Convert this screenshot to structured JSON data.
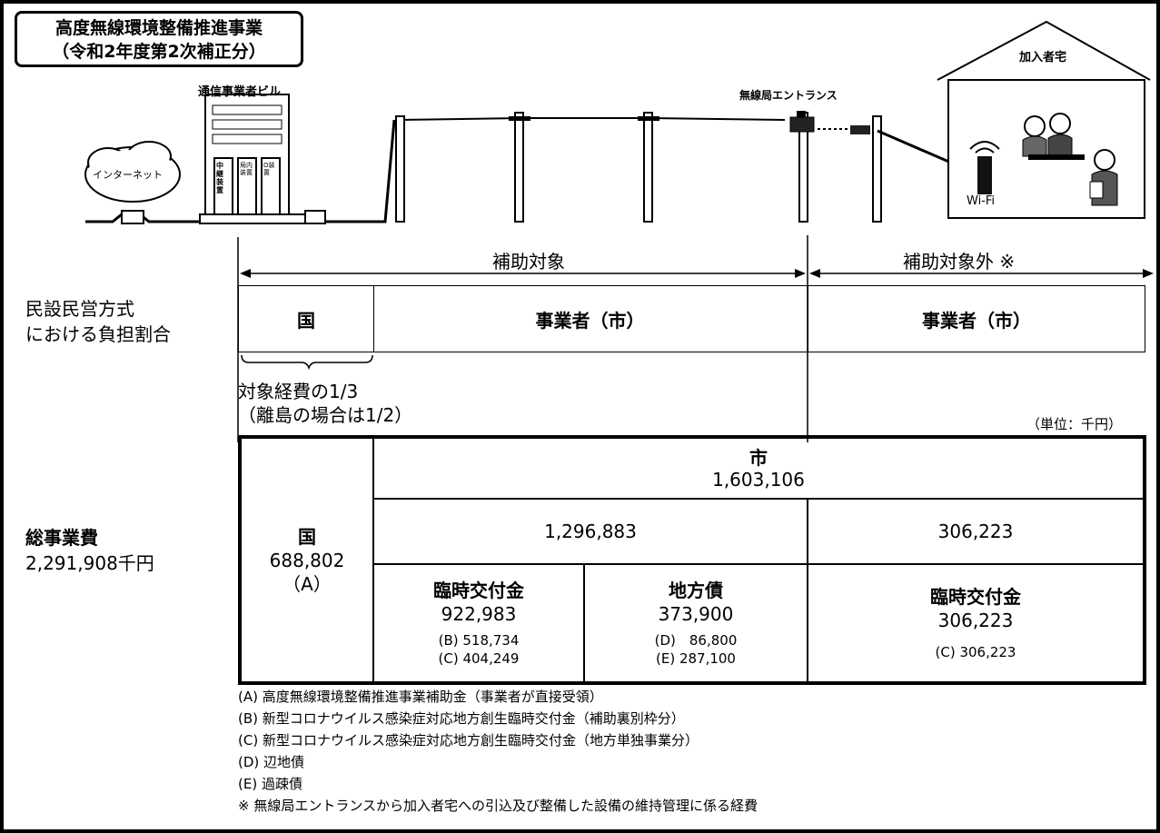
{
  "title": {
    "line1": "高度無線環境整備推進事業",
    "line2": "（令和2年度第2次補正分）"
  },
  "illustration": {
    "internet": "インターネット",
    "building": "通信事業者ビル",
    "relay": "中継装置",
    "office_equipment": "局内装置",
    "olt": "O装置",
    "wireless_entrance": "無線局エントランス",
    "home": "加入者宅",
    "wifi": "Wi-Fi"
  },
  "scope": {
    "subsidized": "補助対象",
    "not_subsidized": "補助対象外 ※"
  },
  "burden": {
    "label_line1": "民設民営方式",
    "label_line2": "における負担割合",
    "country": "国",
    "operator_left": "事業者（市）",
    "operator_right": "事業者（市）",
    "note_line1": "対象経費の1/3",
    "note_line2": "（離島の場合は1/2）"
  },
  "unit": "（単位：千円）",
  "total": {
    "label": "総事業費",
    "amount": "2,291,908千円"
  },
  "table": {
    "country_label": "国",
    "country_amount": "688,802",
    "country_code": "（A）",
    "city_label": "市",
    "city_amount": "1,603,106",
    "subsidized_amount": "1,296,883",
    "unsubsidized_amount": "306,223",
    "grant_label": "臨時交付金",
    "grant_amount": "922,983",
    "grant_b": "(B) 518,734",
    "grant_c": "(C) 404,249",
    "bond_label": "地方債",
    "bond_amount": "373,900",
    "bond_d": "(D)　86,800",
    "bond_e": "(E) 287,100",
    "right_grant_label": "臨時交付金",
    "right_grant_amount": "306,223",
    "right_grant_c": "(C) 306,223"
  },
  "legend": [
    "(A) 高度無線環境整備推進事業補助金（事業者が直接受領）",
    "(B) 新型コロナウイルス感染症対応地方創生臨時交付金（補助裏別枠分）",
    "(C) 新型コロナウイルス感染症対応地方創生臨時交付金（地方単独事業分）",
    "(D) 辺地債",
    "(E) 過疎債",
    "※ 無線局エントランスから加入者宅への引込及び整備した設備の維持管理に係る経費"
  ]
}
